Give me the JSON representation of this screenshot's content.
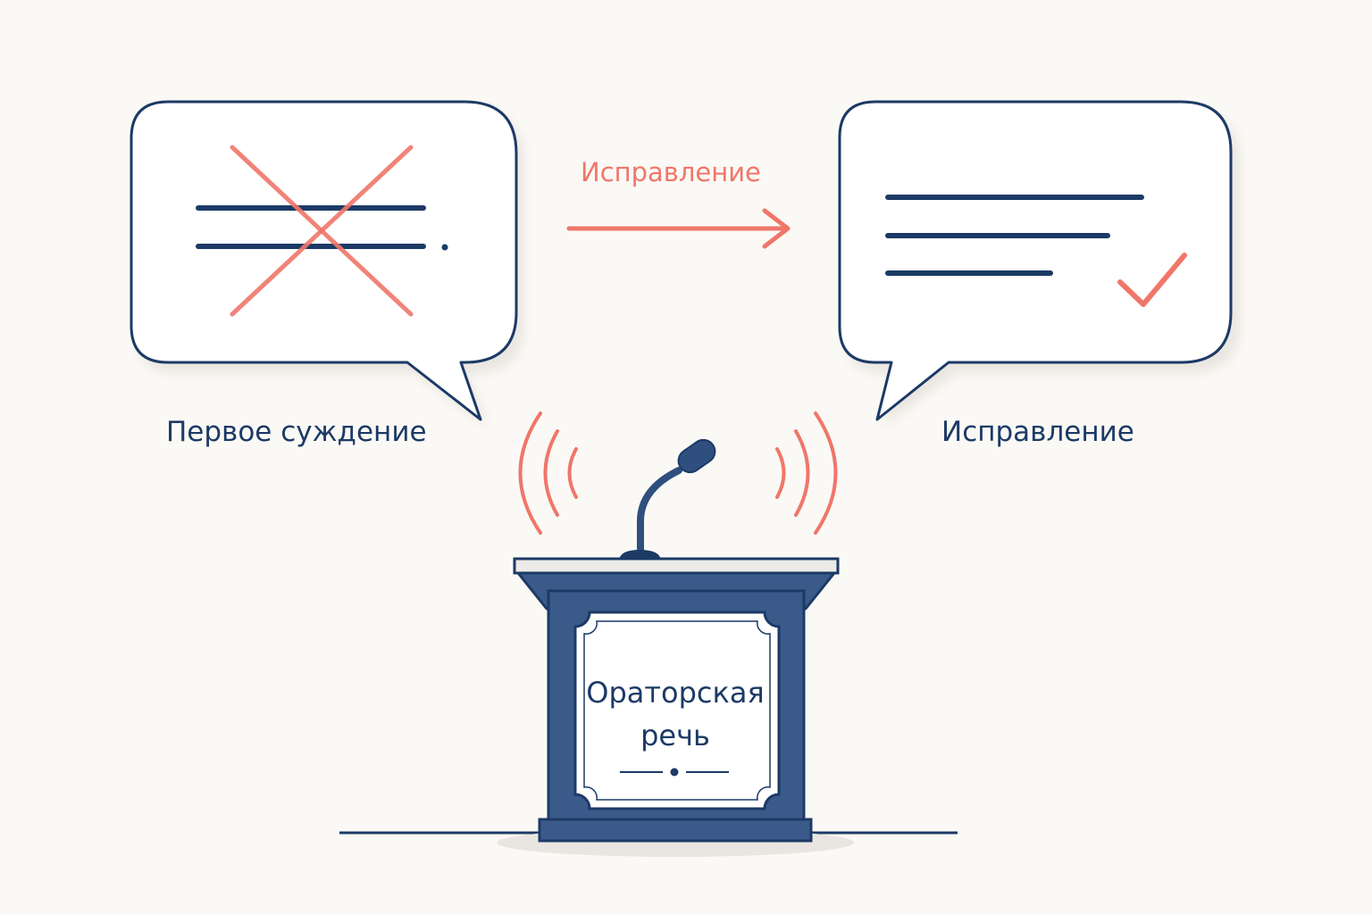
{
  "diagram": {
    "first_statement_label": "Первое суждение",
    "correction_label": "Исправление",
    "arrow_label": "Исправление",
    "podium_text": {
      "line1": "Ораторская",
      "line2": "речь"
    }
  },
  "colors": {
    "background": "#fbf9f5",
    "navy": "#1c3a66",
    "podium": "#3a5a8a",
    "accent": "#f0766a"
  }
}
